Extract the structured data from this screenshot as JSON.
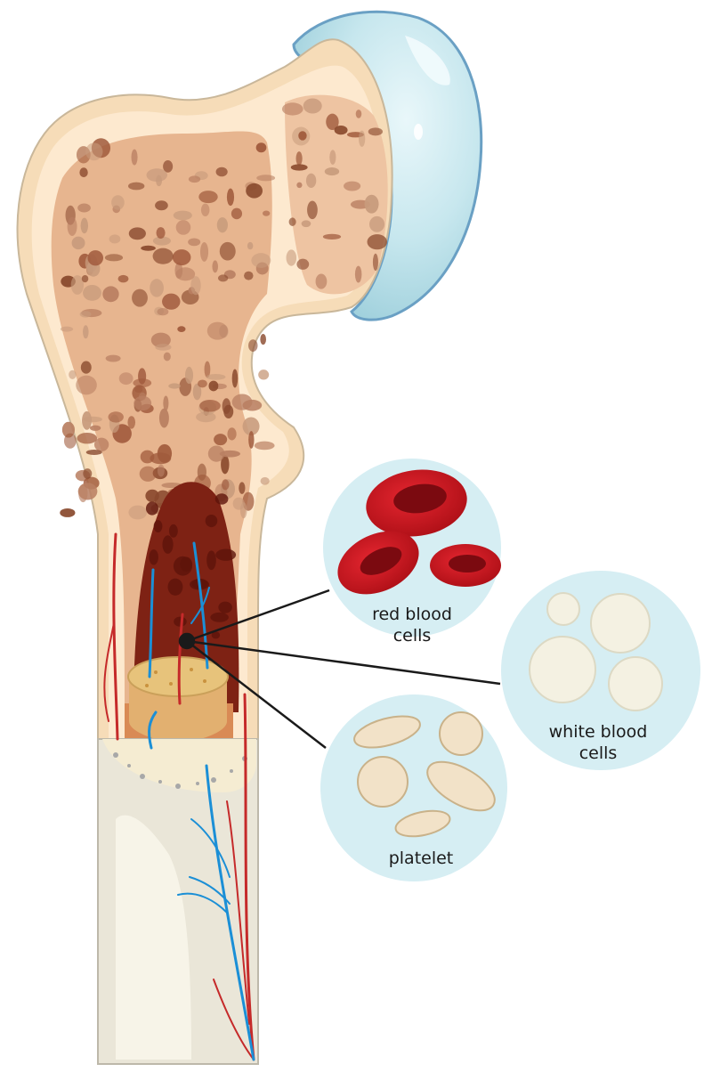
{
  "diagram": {
    "subject": "femur",
    "labels": {
      "red_blood_cells": {
        "line1": "red blood",
        "line2": "cells"
      },
      "white_blood_cells": {
        "line1": "white blood",
        "line2": "cells"
      },
      "platelet": "platelet"
    },
    "colors": {
      "bone_outer": "#f6dcb8",
      "bone_cortex": "#fde9cf",
      "spongy": "#e6ad8a",
      "marrow": "#7e2214",
      "cartilage": "#a9d8e1",
      "cartilage_outline": "#6aa0c4",
      "callout_bg": "#d6eef3",
      "rbc": "#c8121c",
      "wbc": "#f4f1e2",
      "platelet": "#f2e2c8",
      "artery": "#c52a2a",
      "vein": "#1b8fd6",
      "shaft": "#eae6d8",
      "pointer": "#1a1a1a",
      "label_text": "#1a1a1a"
    }
  }
}
